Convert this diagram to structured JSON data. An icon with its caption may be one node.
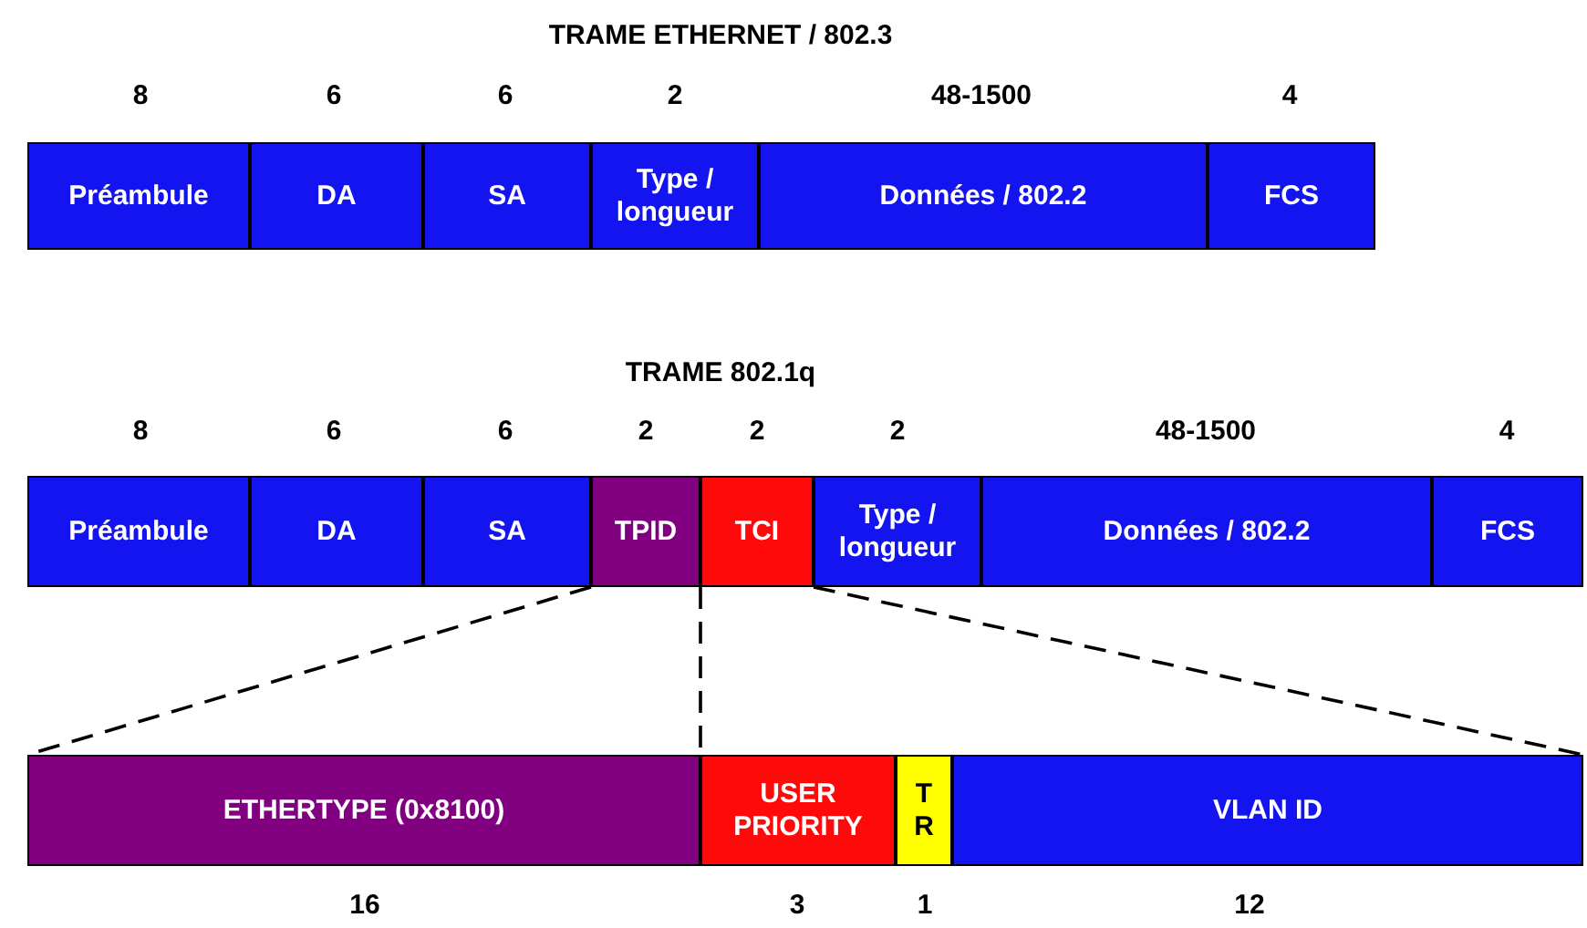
{
  "diagram": {
    "nodes": [
      {
        "text": [
          "Préambule"
        ]
      },
      {
        "text": [
          "DA"
        ]
      },
      {
        "text": [
          "SA"
        ]
      },
      {
        "text": [
          "Type / longueur"
        ]
      },
      {
        "text": [
          "Données / 802.2"
        ]
      },
      {
        "text": [
          "FCS"
        ]
      },
      {
        "text": [
          "Préambule"
        ]
      },
      {
        "text": [
          "DA"
        ]
      },
      {
        "text": [
          "SA"
        ]
      },
      {
        "text": [
          "TPID"
        ]
      },
      {
        "text": [
          "TCI"
        ]
      },
      {
        "text": [
          "Type / longueur"
        ]
      },
      {
        "text": [
          "Données / 802.2"
        ]
      },
      {
        "text": [
          "FCS"
        ]
      },
      {
        "text": [
          "ETHERTYPE (0x8100)"
        ]
      },
      {
        "text": [
          "USER PRIORITY"
        ]
      },
      {
        "text": [
          "T R"
        ]
      },
      {
        "text": [
          "VLAN ID"
        ]
      }
    ],
    "edges": [
      {
        "from": 9,
        "to": 14,
        "arrow": "none",
        "style": "dashed"
      },
      {
        "from": 10,
        "to": 15,
        "arrow": "none",
        "style": "dashed"
      },
      {
        "from": 10,
        "to": 17,
        "arrow": "none",
        "style": "dashed"
      }
    ],
    "labels": [
      "TRAME ETHERNET / 802.3",
      "8",
      "6",
      "6",
      "2",
      "48-1500",
      "4",
      "TRAME 802.1q",
      "8",
      "6",
      "6",
      "2",
      "2",
      "2",
      "48-1500",
      "4",
      "16",
      "3",
      "1",
      "12"
    ]
  }
}
